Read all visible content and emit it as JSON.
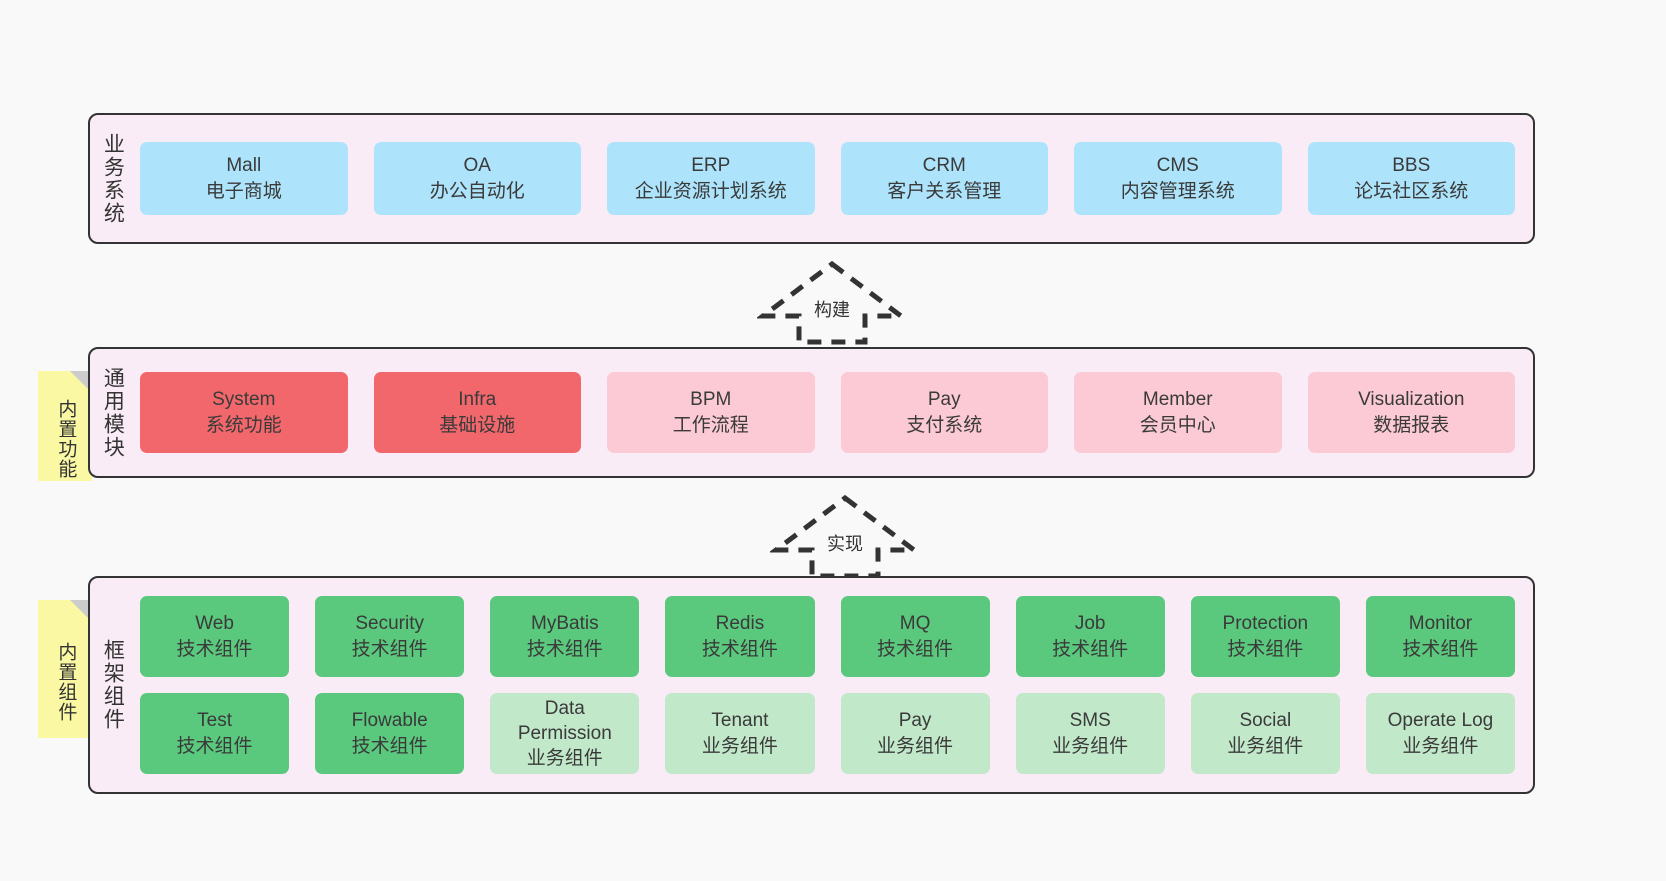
{
  "diagram": {
    "background_color": "#f9f9f9",
    "layer_fill": "#f9ecf6",
    "layer_border": "#333333",
    "note_color": "#fbf8a3",
    "colors": {
      "blue": "#ade4fb",
      "red": "#f2676b",
      "pink": "#fccad4",
      "green": "#5ac97e",
      "light_green": "#c2e8ca"
    }
  },
  "layers": [
    {
      "id": "business",
      "title": "业务系统",
      "rows": [
        {
          "cards": [
            {
              "en": "Mall",
              "cn": "电子商城",
              "color": "blue"
            },
            {
              "en": "OA",
              "cn": "办公自动化",
              "color": "blue"
            },
            {
              "en": "ERP",
              "cn": "企业资源计划系统",
              "color": "blue"
            },
            {
              "en": "CRM",
              "cn": "客户关系管理",
              "color": "blue"
            },
            {
              "en": "CMS",
              "cn": "内容管理系统",
              "color": "blue"
            },
            {
              "en": "BBS",
              "cn": "论坛社区系统",
              "color": "blue"
            }
          ]
        }
      ]
    },
    {
      "id": "modules",
      "title": "通用模块",
      "rows": [
        {
          "cards": [
            {
              "en": "System",
              "cn": "系统功能",
              "color": "red"
            },
            {
              "en": "Infra",
              "cn": "基础设施",
              "color": "red"
            },
            {
              "en": "BPM",
              "cn": "工作流程",
              "color": "pink"
            },
            {
              "en": "Pay",
              "cn": "支付系统",
              "color": "pink"
            },
            {
              "en": "Member",
              "cn": "会员中心",
              "color": "pink"
            },
            {
              "en": "Visualization",
              "cn": "数据报表",
              "color": "pink"
            }
          ]
        }
      ]
    },
    {
      "id": "framework",
      "title": "框架组件",
      "rows": [
        {
          "cards": [
            {
              "en": "Web",
              "cn": "技术组件",
              "color": "green"
            },
            {
              "en": "Security",
              "cn": "技术组件",
              "color": "green"
            },
            {
              "en": "MyBatis",
              "cn": "技术组件",
              "color": "green"
            },
            {
              "en": "Redis",
              "cn": "技术组件",
              "color": "green"
            },
            {
              "en": "MQ",
              "cn": "技术组件",
              "color": "green"
            },
            {
              "en": "Job",
              "cn": "技术组件",
              "color": "green"
            },
            {
              "en": "Protection",
              "cn": "技术组件",
              "color": "green"
            },
            {
              "en": "Monitor",
              "cn": "技术组件",
              "color": "green"
            }
          ]
        },
        {
          "cards": [
            {
              "en": "Test",
              "cn": "技术组件",
              "color": "green"
            },
            {
              "en": "Flowable",
              "cn": "技术组件",
              "color": "green"
            },
            {
              "en": "Data Permission",
              "cn": "业务组件",
              "color": "light_green",
              "wrapped": true
            },
            {
              "en": "Tenant",
              "cn": "业务组件",
              "color": "light_green"
            },
            {
              "en": "Pay",
              "cn": "业务组件",
              "color": "light_green"
            },
            {
              "en": "SMS",
              "cn": "业务组件",
              "color": "light_green"
            },
            {
              "en": "Social",
              "cn": "业务组件",
              "color": "light_green"
            },
            {
              "en": "Operate Log",
              "cn": "业务组件",
              "color": "light_green"
            }
          ]
        }
      ]
    }
  ],
  "notes": [
    {
      "id": "functions",
      "text": "内置功能"
    },
    {
      "id": "components",
      "text": "内置组件"
    }
  ],
  "arrows": [
    {
      "id": "build",
      "label": "构建",
      "direction": "up",
      "style": "dashed-hollow-block"
    },
    {
      "id": "impl",
      "label": "实现",
      "direction": "up",
      "style": "dashed-hollow-block"
    }
  ]
}
